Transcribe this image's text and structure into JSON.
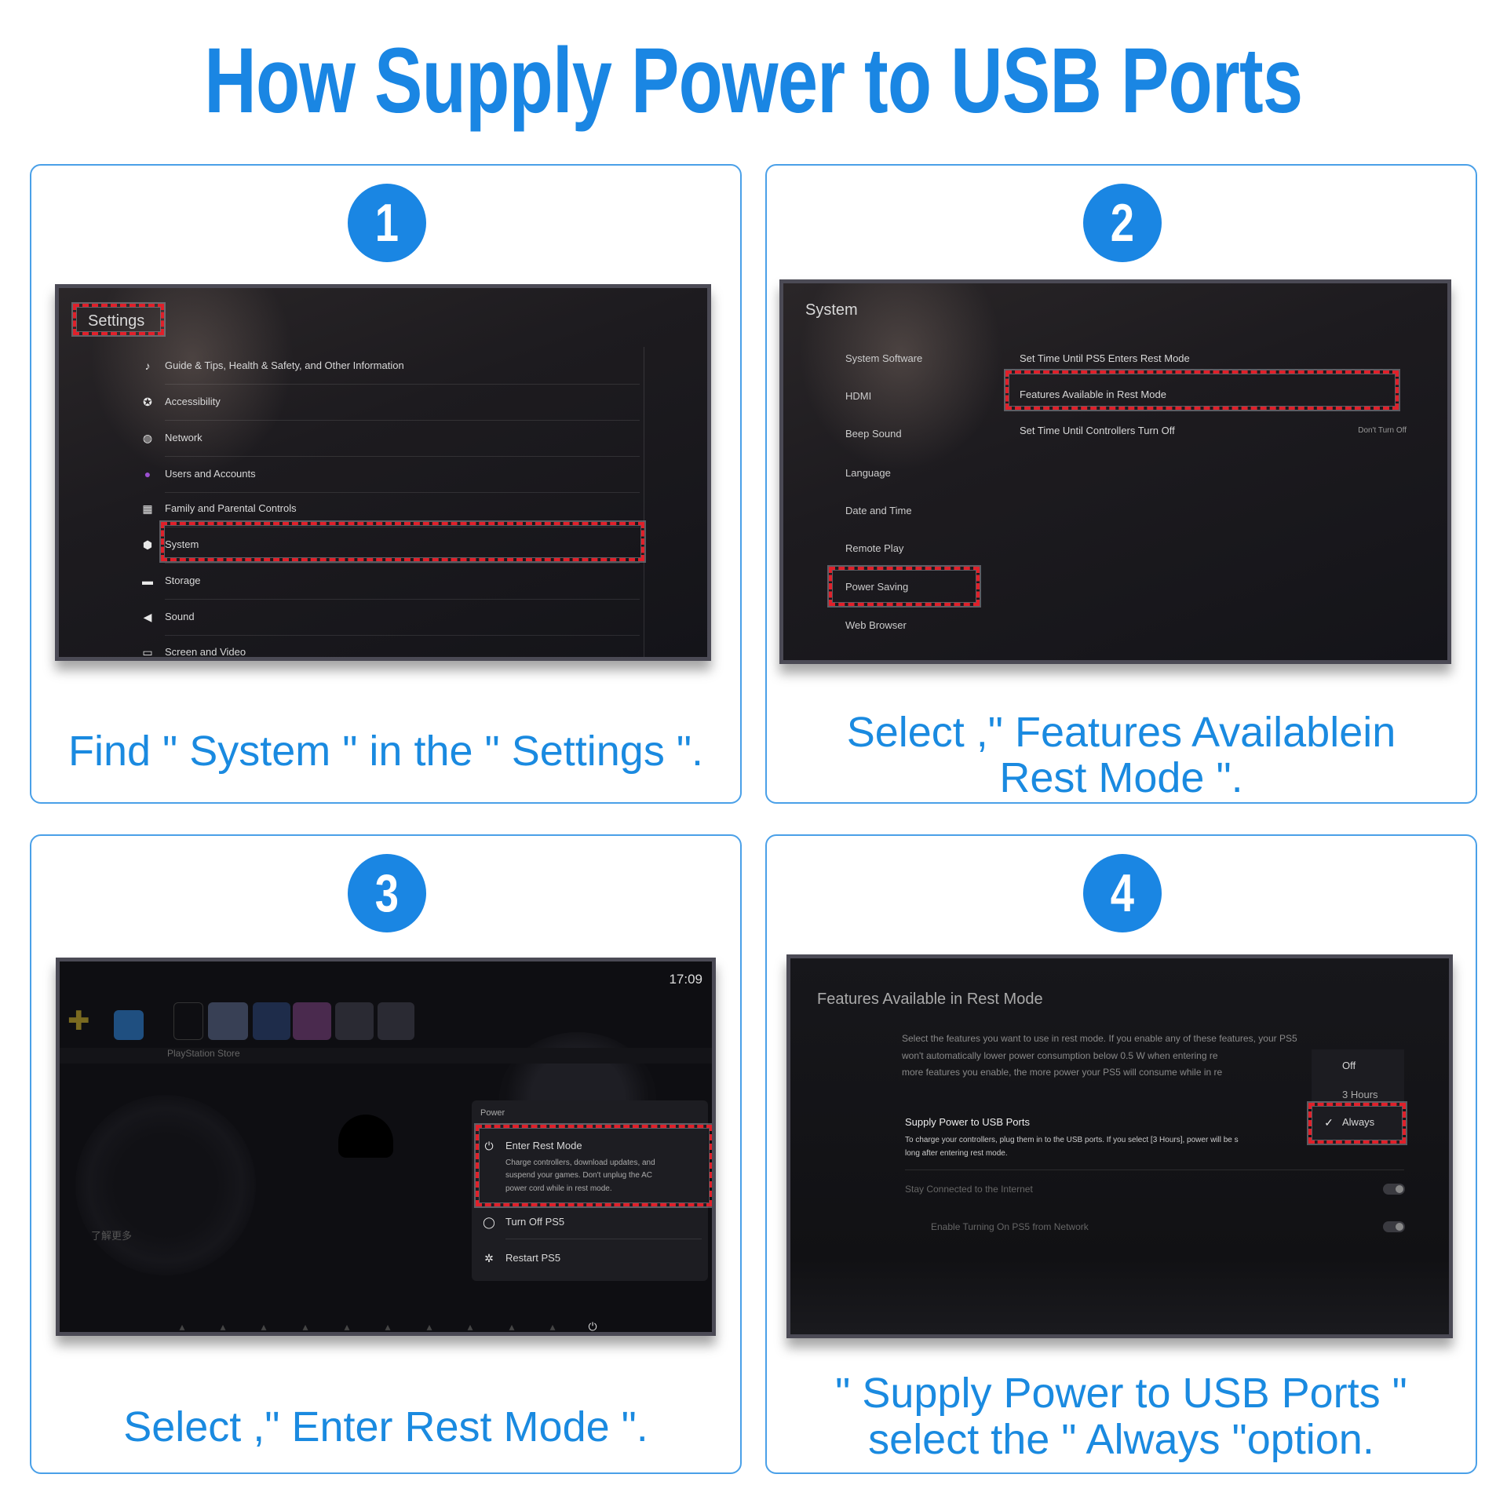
{
  "title": "How Supply Power to USB Ports",
  "steps": [
    {
      "number": "1",
      "caption": "Find \" System \" in the \" Settings \".",
      "screen": {
        "heading": "Settings",
        "items": [
          {
            "label": "Guide & Tips, Health & Safety, and Other Information",
            "icon": "guide-icon"
          },
          {
            "label": "Accessibility",
            "icon": "accessibility-icon"
          },
          {
            "label": "Network",
            "icon": "network-icon"
          },
          {
            "label": "Users and Accounts",
            "icon": "user-avatar-icon"
          },
          {
            "label": "Family and Parental Controls",
            "icon": "family-icon"
          },
          {
            "label": "System",
            "icon": "system-icon"
          },
          {
            "label": "Storage",
            "icon": "storage-icon"
          },
          {
            "label": "Sound",
            "icon": "speaker-icon"
          },
          {
            "label": "Screen and Video",
            "icon": "screen-icon"
          }
        ]
      }
    },
    {
      "number": "2",
      "caption_lines": [
        "Select ,\" Features Availablein",
        "Rest Mode \"."
      ],
      "screen": {
        "heading": "System",
        "menu": [
          "System Software",
          "HDMI",
          "Beep Sound",
          "Language",
          "Date and Time",
          "Remote Play",
          "Power Saving",
          "Web Browser"
        ],
        "options": [
          {
            "label": "Set Time Until PS5 Enters Rest Mode",
            "value": ""
          },
          {
            "label": "Features Available in Rest Mode",
            "value": ""
          },
          {
            "label": "Set Time Until Controllers Turn Off",
            "value": "Don't Turn Off"
          }
        ]
      }
    },
    {
      "number": "3",
      "caption": "Select ,\" Enter Rest Mode \".",
      "screen": {
        "time": "17:09",
        "store_label": "PlayStation Store",
        "side_text": "了解更多",
        "power_menu": {
          "heading": "Power",
          "items": [
            {
              "label": "Enter Rest Mode",
              "icon": "power-icon",
              "description": [
                "Charge controllers, download updates, and",
                "suspend your games. Don't unplug the AC",
                "power cord while in rest mode."
              ]
            },
            {
              "label": "Turn Off PS5",
              "icon": "power-off-icon"
            },
            {
              "label": "Restart PS5",
              "icon": "restart-icon"
            }
          ]
        }
      }
    },
    {
      "number": "4",
      "caption_lines": [
        "\" Supply Power to USB Ports \"",
        "select the \" Always \"option."
      ],
      "screen": {
        "heading": "Features Available in Rest Mode",
        "description": [
          "Select the features you want to use in rest mode. If you enable any of these features, your PS5",
          "won't automatically lower power consumption below 0.5 W when entering re",
          "more features you enable, the more power your PS5 will consume while in re"
        ],
        "setting_label": "Supply Power to USB Ports",
        "setting_description": [
          "To charge your controllers, plug them in to the USB ports. If you select [3 Hours], power will be s",
          "long after entering rest mode."
        ],
        "dropdown_options": [
          "Off",
          "3 Hours",
          "Always"
        ],
        "selected_option": "Always",
        "toggles": [
          {
            "label": "Stay Connected to the Internet",
            "on": false
          },
          {
            "label": "Enable Turning On PS5 from Network",
            "on": false
          }
        ]
      }
    }
  ],
  "colors": {
    "accent": "#1a86e3",
    "highlight": "#e0202a"
  }
}
